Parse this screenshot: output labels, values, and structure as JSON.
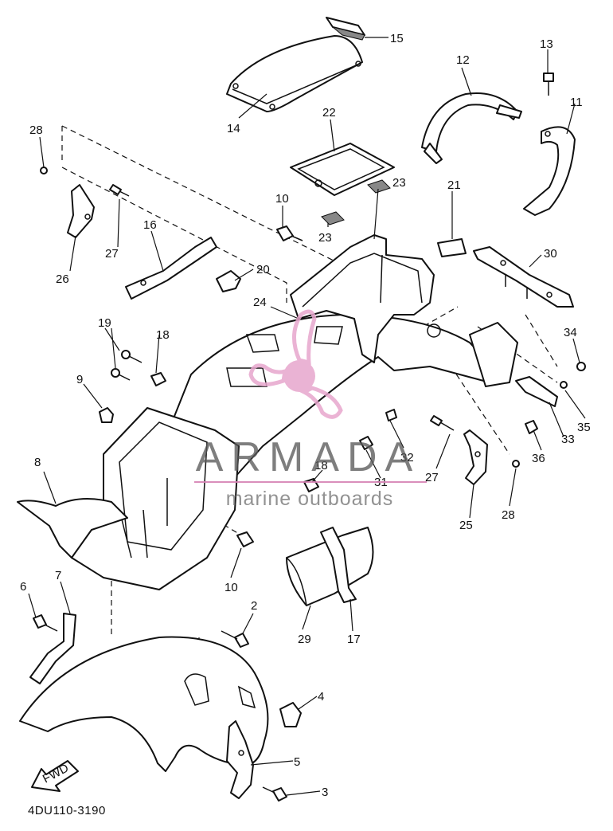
{
  "diagram": {
    "document_code": "4DU110-3190",
    "direction_arrow_label": "FWD",
    "part_numbers": [
      "15",
      "14",
      "12",
      "13",
      "11",
      "28",
      "22",
      "23",
      "23",
      "10",
      "21",
      "30",
      "26",
      "27",
      "16",
      "20",
      "24",
      "19",
      "18",
      "34",
      "9",
      "8",
      "32",
      "31",
      "27",
      "35",
      "33",
      "36",
      "18",
      "28",
      "25",
      "10",
      "6",
      "7",
      "2",
      "29",
      "17",
      "4",
      "5",
      "3"
    ]
  },
  "watermark": {
    "title": "ARMADA",
    "subtitle": "marine outboards",
    "colors": {
      "logo_pink": "#e7a6cd",
      "text_gray": "#5a5a5a"
    }
  }
}
